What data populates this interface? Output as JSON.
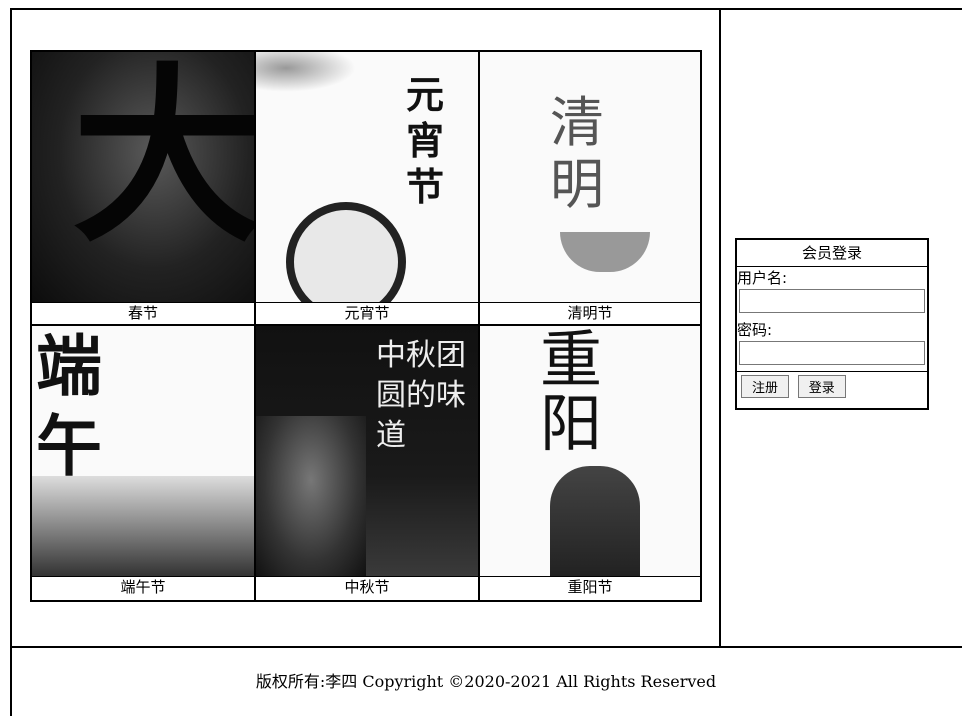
{
  "festivals": [
    {
      "caption": "春节",
      "art": "大"
    },
    {
      "caption": "元宵节",
      "art": "元宵节"
    },
    {
      "caption": "清明节",
      "art": "清明"
    },
    {
      "caption": "端午节",
      "art": "端午"
    },
    {
      "caption": "中秋节",
      "art": "中秋团圆的味道"
    },
    {
      "caption": "重阳节",
      "art": "重阳"
    }
  ],
  "login": {
    "title": "会员登录",
    "username_label": "用户名:",
    "username_value": "",
    "password_label": "密码:",
    "password_value": "",
    "register_button": "注册",
    "login_button": "登录"
  },
  "footer": {
    "copyright": "版权所有:李四 Copyright ©2020-2021 All Rights Reserved"
  }
}
